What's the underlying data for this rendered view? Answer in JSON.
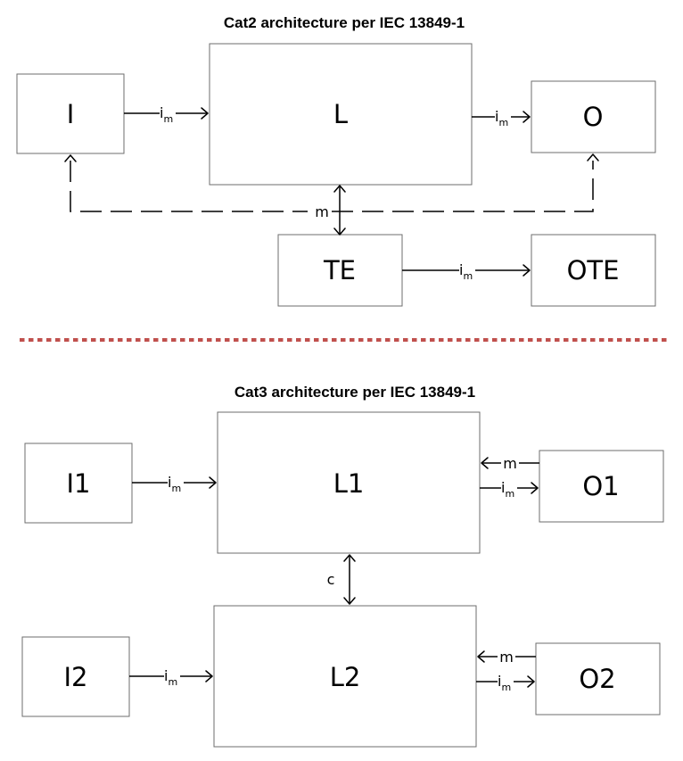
{
  "cat2": {
    "title": "Cat2 architecture per IEC 13849-1",
    "blocks": {
      "input": "I",
      "logic": "L",
      "output": "O",
      "test": "TE",
      "test_output": "OTE"
    },
    "signals": {
      "im_main": "i",
      "im_sub": "m",
      "monitor": "m"
    }
  },
  "cat3": {
    "title": "Cat3 architecture per IEC 13849-1",
    "blocks": {
      "input1": "I1",
      "logic1": "L1",
      "output1": "O1",
      "input2": "I2",
      "logic2": "L2",
      "output2": "O2"
    },
    "signals": {
      "im_main": "i",
      "im_sub": "m",
      "monitor": "m",
      "cross": "c"
    }
  },
  "colors": {
    "separator": "#c0504d",
    "box_stroke": "#6e6e6e",
    "line": "#000000"
  }
}
